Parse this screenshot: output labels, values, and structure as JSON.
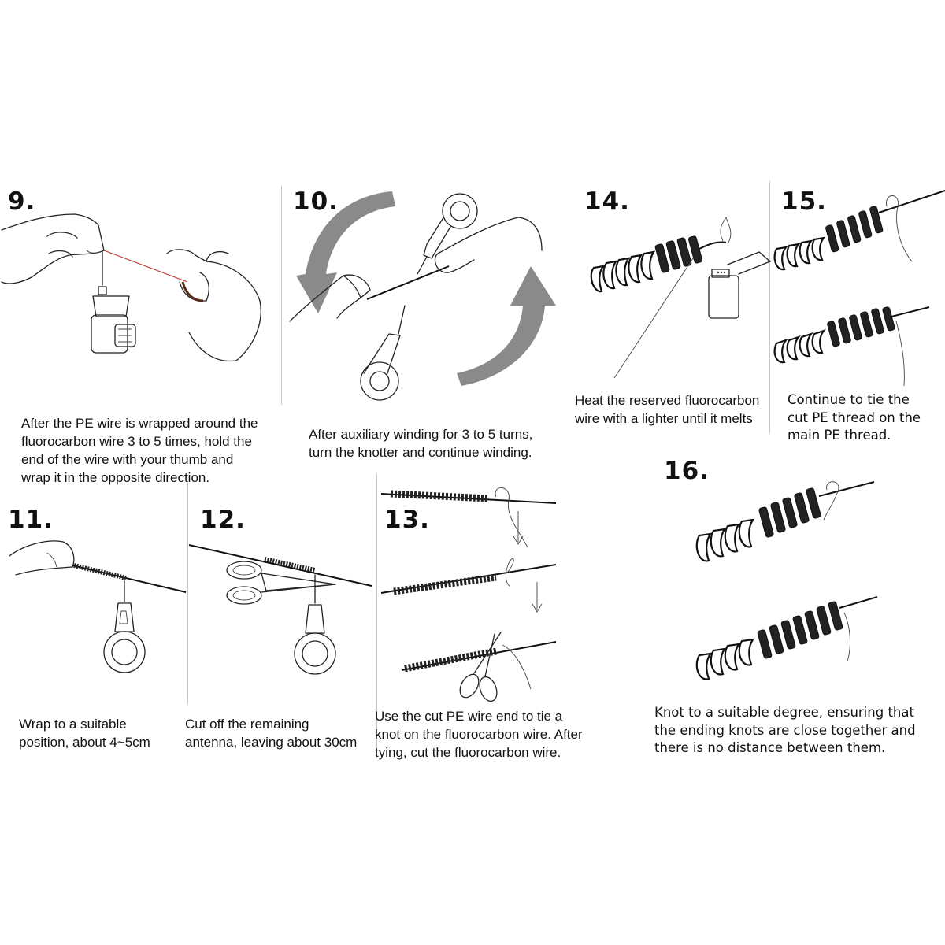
{
  "steps": {
    "s9": {
      "number": "9.",
      "caption": [
        "After the PE wire is wrapped around the",
        "fluorocarbon wire 3 to 5 times, hold the",
        "end of the wire with your thumb and",
        "wrap it in the opposite direction."
      ]
    },
    "s10": {
      "number": "10.",
      "caption": [
        "After auxiliary winding for 3 to 5 turns,",
        "turn the knotter and continue winding."
      ]
    },
    "s14": {
      "number": "14.",
      "caption": [
        "Heat the reserved fluorocarbon",
        "wire with a lighter until it melts"
      ]
    },
    "s15": {
      "number": "15.",
      "caption": [
        "Continue to tie the",
        "cut PE thread on the",
        "main PE thread."
      ]
    },
    "s16": {
      "number": "16.",
      "caption": [
        "Knot to a suitable degree, ensuring that",
        "the ending knots are close together and",
        "there is no distance between them."
      ]
    },
    "s11": {
      "number": "11.",
      "caption": [
        "Wrap to a suitable",
        "position, about 4~5cm"
      ]
    },
    "s12": {
      "number": "12.",
      "caption": [
        "Cut off the remaining",
        "antenna, leaving about 30cm"
      ]
    },
    "s13": {
      "number": "13.",
      "caption": [
        "Use the cut PE wire end to tie a",
        "knot on the fluorocarbon wire. After",
        "tying, cut the fluorocarbon wire."
      ]
    }
  },
  "colors": {
    "ink": "#111111",
    "arrow_gray": "#8a8a8a",
    "pe_line": "#c0392b",
    "divider": "#c8c8c8"
  },
  "icons": [
    "hand-icon",
    "knotter-tool-icon",
    "rotate-arrow-icon",
    "lighter-icon",
    "scissors-icon",
    "coil-knot-icon",
    "down-arrow-icon"
  ]
}
